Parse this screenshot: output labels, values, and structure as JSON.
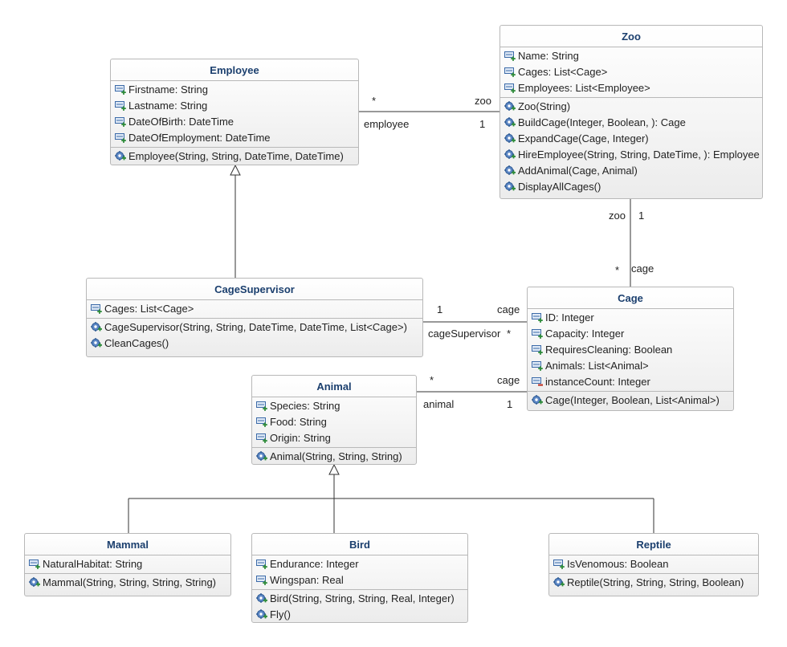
{
  "classes": {
    "employee": {
      "name": "Employee",
      "attributes": [
        "Firstname: String",
        "Lastname: String",
        "DateOfBirth: DateTime",
        "DateOfEmployment: DateTime"
      ],
      "operations": [
        "Employee(String, String, DateTime, DateTime)"
      ]
    },
    "zoo": {
      "name": "Zoo",
      "attributes": [
        "Name: String",
        "Cages: List<Cage>",
        "Employees: List<Employee>"
      ],
      "operations": [
        "Zoo(String)",
        "BuildCage(Integer, Boolean, ): Cage",
        "ExpandCage(Cage, Integer)",
        "HireEmployee(String, String, DateTime, ): Employee",
        "AddAnimal(Cage, Animal)",
        "DisplayAllCages()"
      ]
    },
    "cage_supervisor": {
      "name": "CageSupervisor",
      "attributes": [
        "Cages: List<Cage>"
      ],
      "operations": [
        "CageSupervisor(String, String, DateTime, DateTime, List<Cage>)",
        "CleanCages()"
      ]
    },
    "cage": {
      "name": "Cage",
      "attributes": [
        "ID: Integer",
        "Capacity: Integer",
        "RequiresCleaning: Boolean",
        "Animals: List<Animal>",
        "instanceCount: Integer"
      ],
      "operations": [
        "Cage(Integer, Boolean, List<Animal>)"
      ]
    },
    "animal": {
      "name": "Animal",
      "attributes": [
        "Species: String",
        "Food: String",
        "Origin: String"
      ],
      "operations": [
        "Animal(String, String, String)"
      ]
    },
    "mammal": {
      "name": "Mammal",
      "attributes": [
        "NaturalHabitat: String"
      ],
      "operations": [
        "Mammal(String, String, String, String)"
      ]
    },
    "bird": {
      "name": "Bird",
      "attributes": [
        "Endurance: Integer",
        "Wingspan: Real"
      ],
      "operations": [
        "Bird(String, String, String, Real, Integer)",
        "Fly()"
      ]
    },
    "reptile": {
      "name": "Reptile",
      "attributes": [
        "IsVenomous: Boolean"
      ],
      "operations": [
        "Reptile(String, String, String, Boolean)"
      ]
    }
  },
  "associations": {
    "employee_zoo": {
      "employee_mult": "*",
      "employee_role": "employee",
      "zoo_role": "zoo",
      "zoo_mult": "1"
    },
    "zoo_cage": {
      "zoo_role": "zoo",
      "zoo_mult": "1",
      "cage_mult": "*",
      "cage_role": "cage"
    },
    "supervisor_cage": {
      "supervisor_mult": "1",
      "supervisor_role": "cageSupervisor",
      "cage_role": "cage",
      "cage_mult": "*"
    },
    "animal_cage": {
      "animal_mult": "*",
      "animal_role": "animal",
      "cage_role": "cage",
      "cage_mult": "1"
    }
  },
  "private_attributes": [
    "instanceCount: Integer"
  ],
  "icons": {
    "public_attribute": "field-public-icon",
    "private_attribute": "field-private-icon",
    "operation": "operation-gear-icon"
  },
  "colors": {
    "title": "#1b3f6e",
    "border": "#b8b8b8",
    "line": "#333333",
    "public_marker": "#2e8b3a",
    "private_marker": "#c0392b",
    "operation": "#3b6aa8"
  }
}
